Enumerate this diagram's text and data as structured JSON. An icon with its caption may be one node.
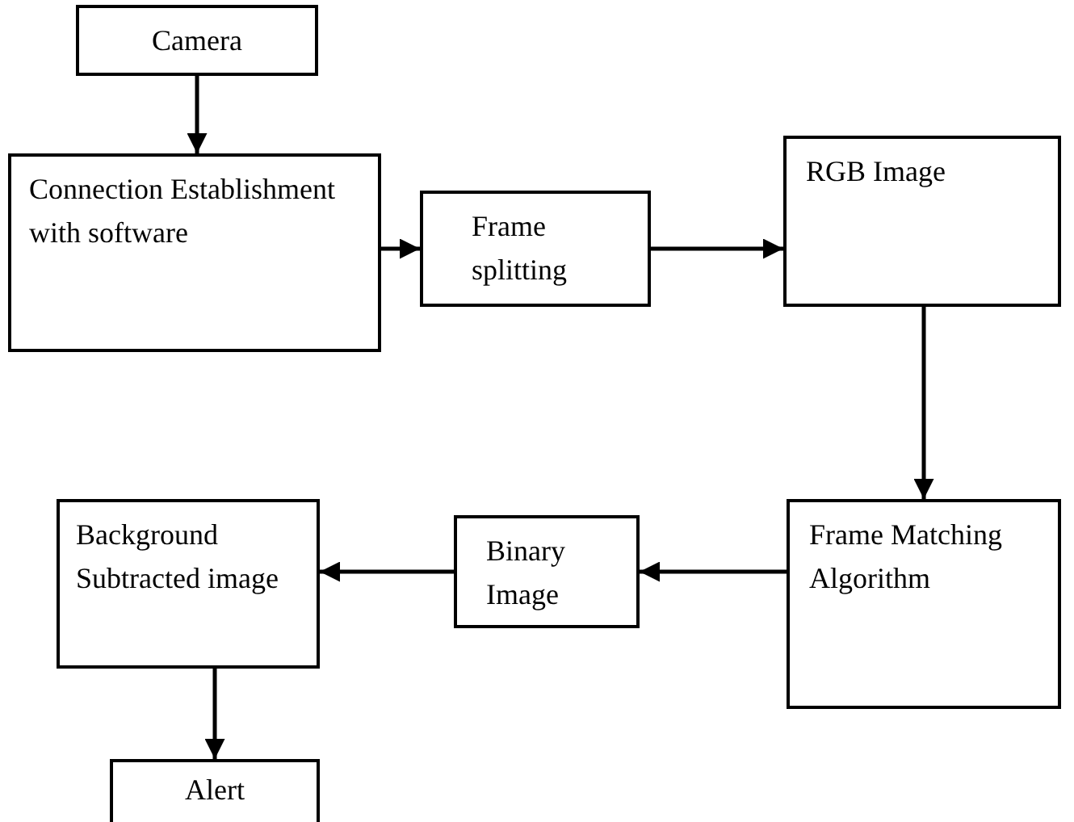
{
  "diagram": {
    "nodes": [
      {
        "text": [
          "Camera"
        ]
      },
      {
        "text": [
          "Connection Establishment with software"
        ]
      },
      {
        "text": [
          "Frame splitting"
        ]
      },
      {
        "text": [
          "RGB Image"
        ]
      },
      {
        "text": [
          "Frame Matching Algorithm"
        ]
      },
      {
        "text": [
          "Binary Image"
        ]
      },
      {
        "text": [
          "Background Subtracted image"
        ]
      },
      {
        "text": [
          "Alert"
        ]
      }
    ],
    "edges": [
      {
        "from": 0,
        "to": 1,
        "arrow": "to"
      },
      {
        "from": 1,
        "to": 2,
        "arrow": "to"
      },
      {
        "from": 2,
        "to": 3,
        "arrow": "to"
      },
      {
        "from": 3,
        "to": 4,
        "arrow": "to"
      },
      {
        "from": 4,
        "to": 5,
        "arrow": "to"
      },
      {
        "from": 5,
        "to": 6,
        "arrow": "to"
      },
      {
        "from": 6,
        "to": 7,
        "arrow": "to"
      }
    ]
  }
}
